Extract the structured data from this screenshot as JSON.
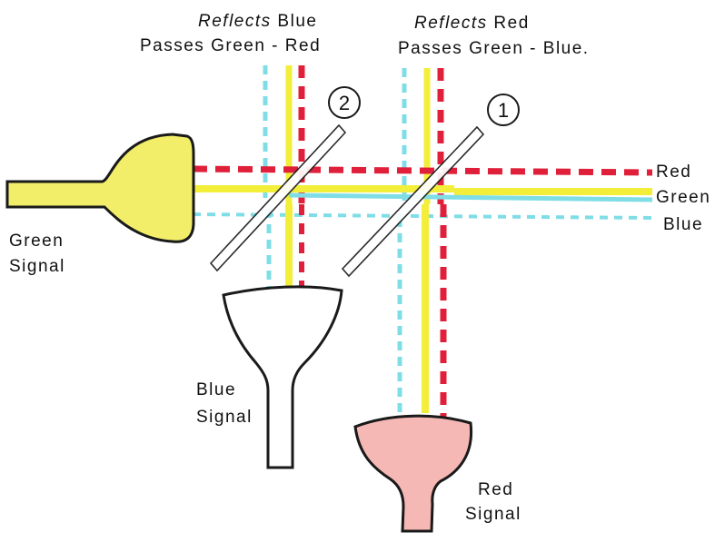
{
  "headers": {
    "mirror_2": {
      "italic": "Reflects",
      "rest": " Blue",
      "line2": "Passes Green - Red"
    },
    "mirror_1": {
      "italic": "Reflects",
      "rest": " Red",
      "line2": "Passes Green - Blue."
    }
  },
  "mirror_numbers": {
    "one": "1",
    "two": "2"
  },
  "output_labels": {
    "red": "Red",
    "green": "Green",
    "blue": "Blue"
  },
  "tubes": {
    "green": {
      "line1": "Green",
      "line2": "Signal"
    },
    "blue": {
      "line1": "Blue",
      "line2": "Signal"
    },
    "red": {
      "line1": "Red",
      "line2": "Signal"
    }
  },
  "colors": {
    "red_beam": "#e0203a",
    "green_beam": "#f2ee3a",
    "blue_beam": "#7fdde6",
    "green_tube": "#f2ee6a",
    "red_tube": "#f6b8b4",
    "blue_tube": "#ffffff",
    "outline": "#1a1a1a"
  }
}
